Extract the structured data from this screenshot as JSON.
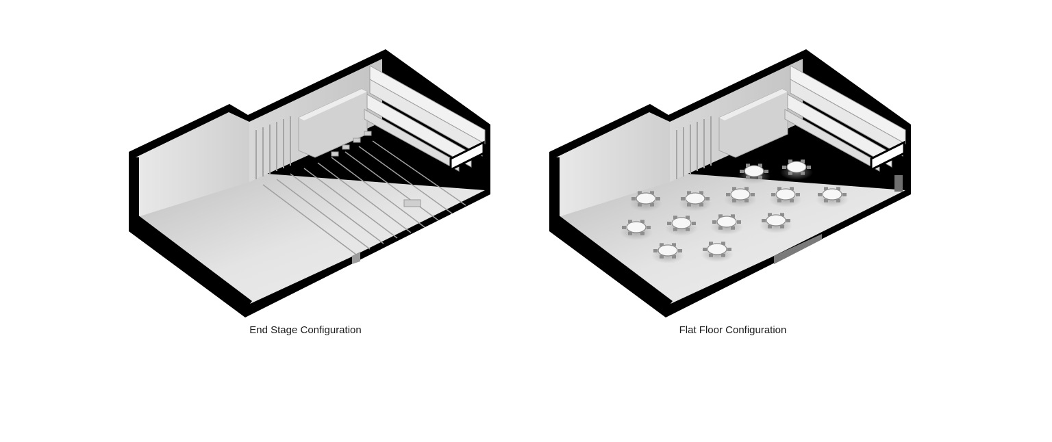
{
  "figures": [
    {
      "id": "end-stage",
      "caption": "End Stage Configuration",
      "floor_setup": "stepped-seating",
      "colors": {
        "shell": "#000000",
        "surface": "#e6e6e6",
        "shadow": "#bdbdbd"
      }
    },
    {
      "id": "flat-floor",
      "caption": "Flat Floor Configuration",
      "floor_setup": "banquet-tables",
      "table_count": 13,
      "colors": {
        "shell": "#000000",
        "surface": "#e6e6e6",
        "shadow": "#bdbdbd"
      }
    }
  ]
}
